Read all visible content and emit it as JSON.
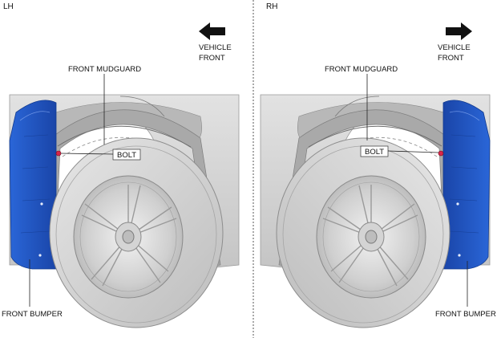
{
  "panels": {
    "left": {
      "side_label": "LH",
      "vehicle_front": {
        "line1": "VEHICLE",
        "line2": "FRONT",
        "arrow_direction": "left"
      },
      "front_mudguard": "FRONT MUDGUARD",
      "bolt": "BOLT",
      "front_bumper": "FRONT BUMPER"
    },
    "right": {
      "side_label": "RH",
      "vehicle_front": {
        "line1": "VEHICLE",
        "line2": "FRONT",
        "arrow_direction": "right"
      },
      "front_mudguard": "FRONT MUDGUARD",
      "bolt": "BOLT",
      "front_bumper": "FRONT BUMPER"
    }
  },
  "colors": {
    "bumper_blue": "#1f57c8",
    "body_gray": "#d6d6d6",
    "tire_gray": "#cfcfcf",
    "bolt_red": "#d8264a",
    "divider": "#555555"
  }
}
